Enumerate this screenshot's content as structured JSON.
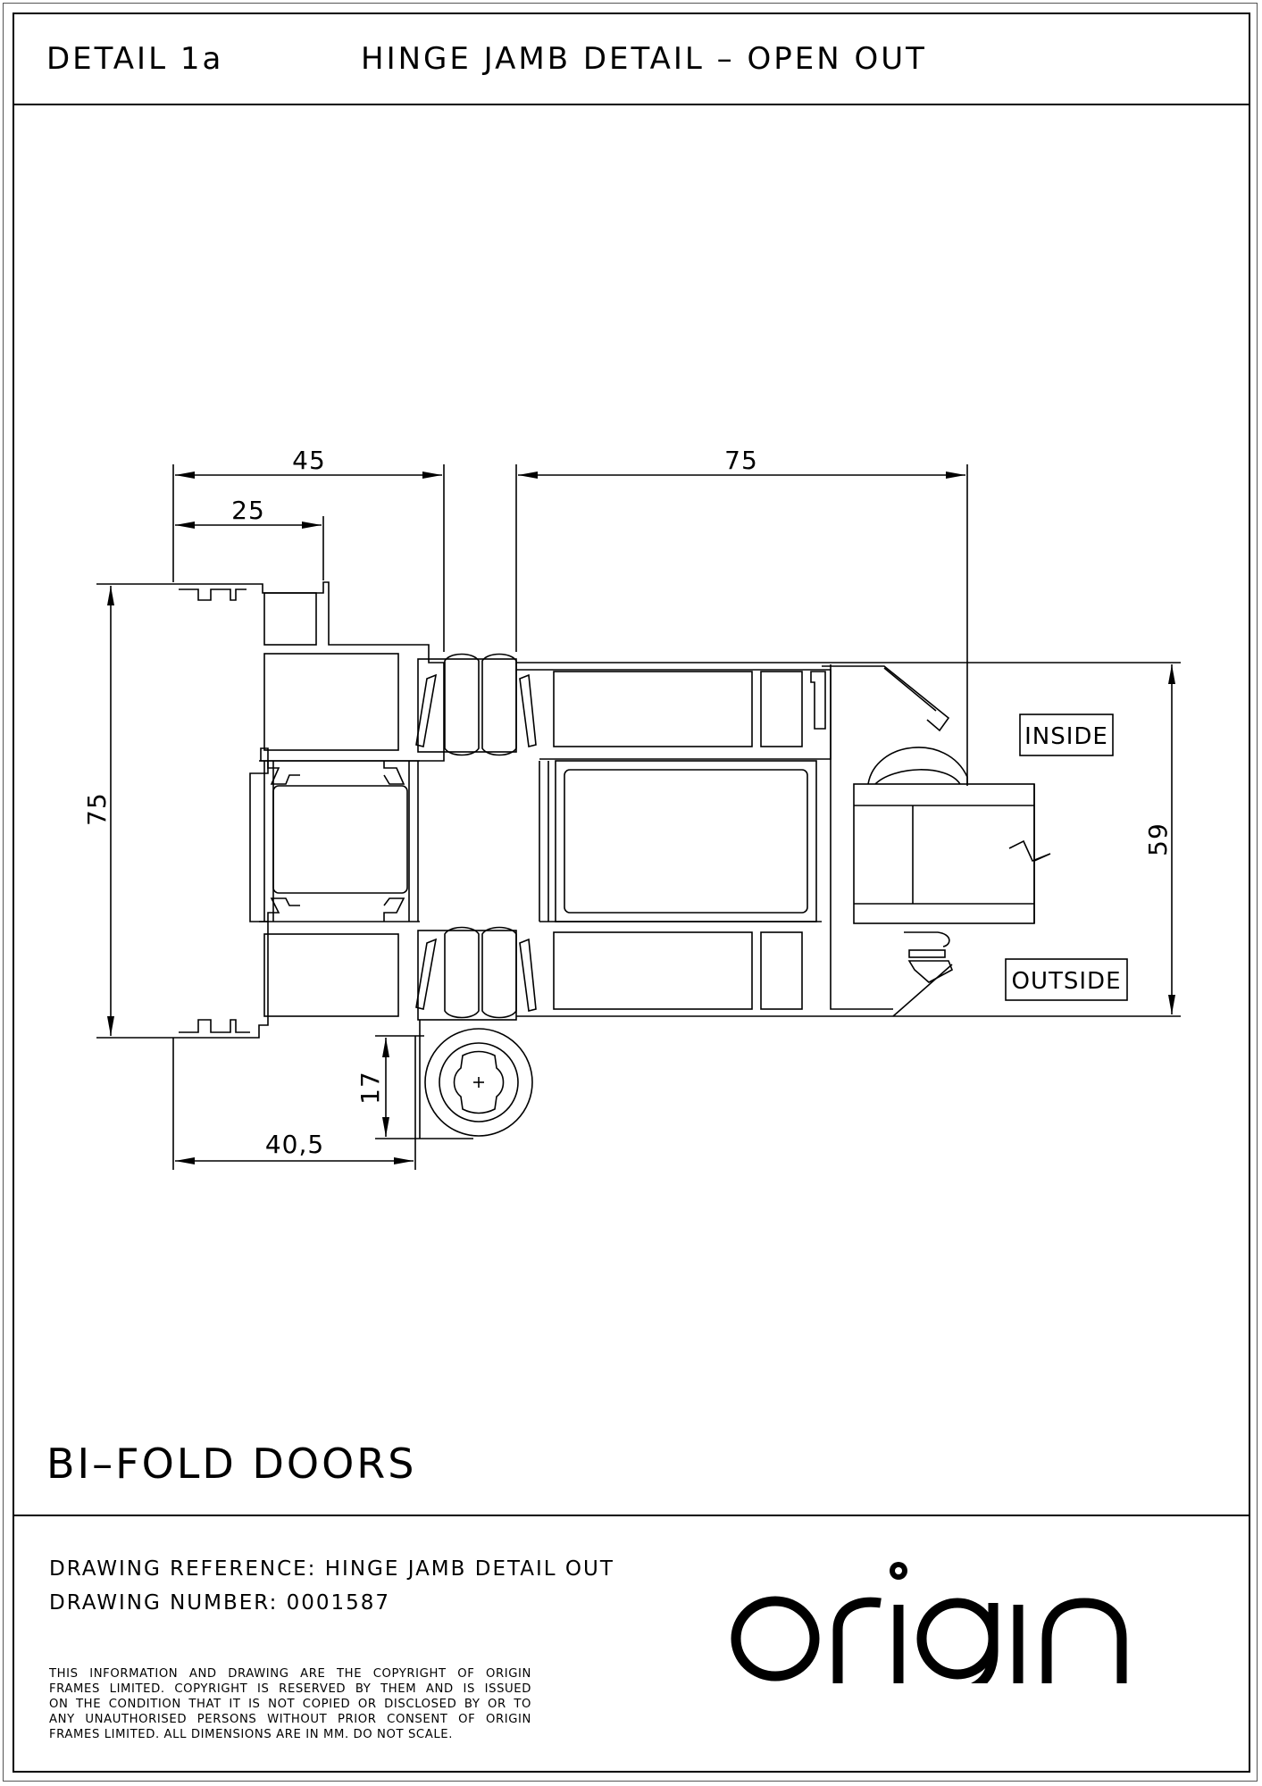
{
  "header": {
    "detail_label": "DETAIL 1a",
    "title": "HINGE JAMB DETAIL – OPEN OUT"
  },
  "drawing": {
    "dimensions": {
      "top_overall": "45",
      "top_inner": "25",
      "top_sash": "75",
      "left_height": "75",
      "right_height": "59",
      "hinge_offset": "17",
      "bottom_width": "40,5"
    },
    "labels": {
      "inside": "INSIDE",
      "outside": "OUTSIDE"
    }
  },
  "product_title": "BI–FOLD DOORS",
  "reference": {
    "drawing_reference": "DRAWING REFERENCE: HINGE JAMB DETAIL OUT",
    "drawing_number": "DRAWING NUMBER: 0001587"
  },
  "copyright": {
    "lines": [
      "THIS INFORMATION AND DRAWING ARE THE COPYRIGHT OF ORIGIN",
      "FRAMES LIMITED. COPYRIGHT IS RESERVED BY THEM AND IS ISSUED",
      "ON THE CONDITION THAT IT IS NOT COPIED OR DISCLOSED BY OR TO",
      "ANY UNAUTHORISED PERSONS WITHOUT PRIOR CONSENT OF ORIGIN",
      "FRAMES LIMITED. ALL DIMENSIONS ARE IN MM. DO NOT SCALE."
    ]
  },
  "logo": {
    "text": "origin",
    "icon": "origin-logo"
  }
}
